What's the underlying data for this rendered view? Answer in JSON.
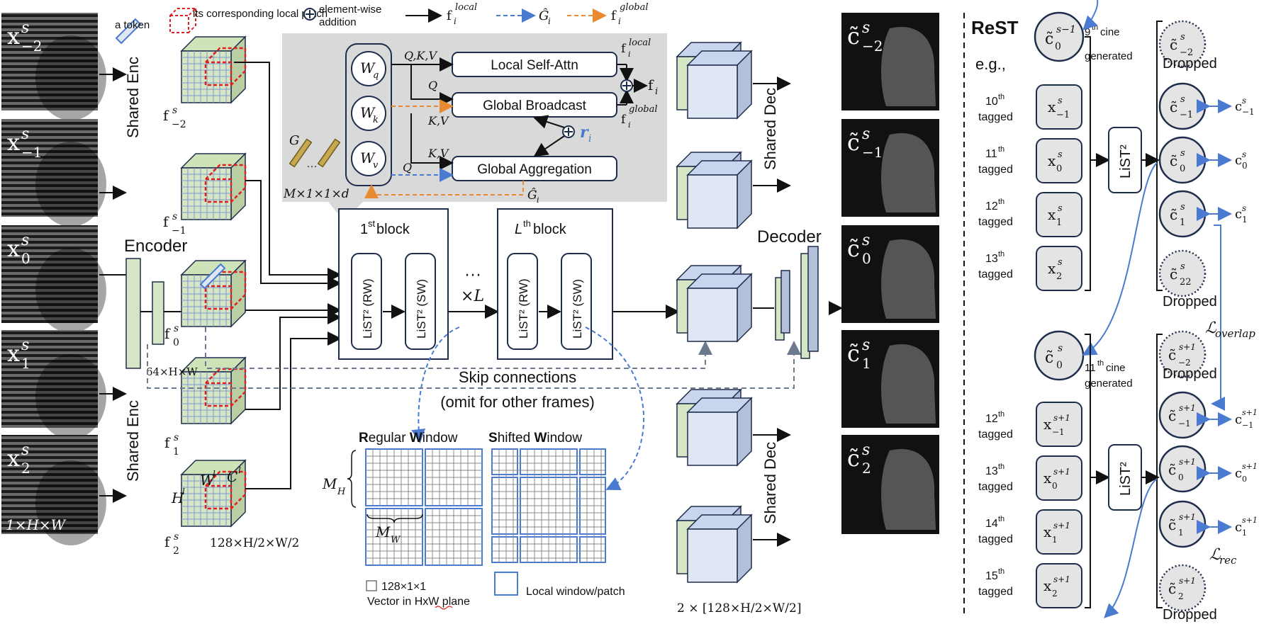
{
  "legend": {
    "token": "a token",
    "patch": "its corresponding local patch",
    "add": "element-wise addition",
    "f_local": "f",
    "f_local_sup": "local",
    "f_local_sub": "i",
    "g_hat": "Ĝ",
    "g_hat_sub": "i",
    "f_global": "f",
    "f_global_sup": "global",
    "f_global_sub": "i"
  },
  "inputs": {
    "labels": [
      "x",
      "x",
      "x",
      "x",
      "x"
    ],
    "subs": [
      "−2",
      "−1",
      "0",
      "1",
      "2"
    ],
    "sup": "s",
    "dim": "1×H×W"
  },
  "encoder": {
    "shared_enc": "Shared Enc",
    "encoder": "Encoder",
    "feature_labels": [
      "f",
      "f",
      "f",
      "f",
      "f"
    ],
    "feature_subs": [
      "−2",
      "−1",
      "0",
      "1",
      "2"
    ],
    "dim_64": "64×H×W",
    "dim_128": "128×H/2×W/2",
    "w_label": "W",
    "c_label": "C",
    "h_label": "H",
    "l_sup": "l"
  },
  "attention": {
    "wq": "W",
    "wq_sub": "q",
    "wk": "W",
    "wk_sub": "k",
    "wv": "W",
    "wv_sub": "v",
    "qkv": "Q,K,V",
    "q1": "Q",
    "kv1": "K,V",
    "kv2": "K,V",
    "q2": "Q",
    "local": "Local Self-Attn",
    "broadcast": "Global Broadcast",
    "aggregation": "Global Aggregation",
    "g_label": "G",
    "dots": "…",
    "m_dim": "M×1×1×d",
    "r_label": "r",
    "r_sub": "i",
    "f_out": "f",
    "f_out_sub": "i"
  },
  "blocks": {
    "first": "1",
    "first_sup": "st",
    "first_suffix": " block",
    "last": "L",
    "last_sup": "th",
    "last_suffix": " block",
    "rw": "LiST² (RW)",
    "sw": "LiST² (SW)",
    "dots": "···",
    "times_l": "×L"
  },
  "skip": {
    "line1": "Skip connections",
    "line2": "(omit for other frames)"
  },
  "windows": {
    "regular_R": "R",
    "regular_rest": "egular ",
    "regular_W": "W",
    "regular_indow": "indow",
    "shifted_S": "S",
    "shifted_rest": "hifted ",
    "shifted_W": "W",
    "shifted_indow": "indow",
    "mh": "M",
    "mh_sub": "H",
    "mw": "M",
    "mw_sub": "W",
    "vec_label": "128×1×1",
    "vec_desc": "Vector in HxW plane",
    "local_window": "Local window/patch"
  },
  "decoder": {
    "shared_dec": "Shared Dec",
    "decoder": "Decoder",
    "dim": "2 × [128×H/2×W/2]"
  },
  "outputs": {
    "labels": [
      "c̃",
      "c̃",
      "c̃",
      "c̃",
      "c̃"
    ],
    "subs": [
      "−2",
      "−1",
      "0",
      "1",
      "2"
    ],
    "sup": "s"
  },
  "rest": {
    "title": "ReST",
    "eg": "e.g.,",
    "top_circle": "c̃",
    "top_circle_sub": "0",
    "top_circle_sup": "s−1",
    "top_note_sup": "th",
    "top_note_num": "9",
    "top_note_text": "cine",
    "top_note_text2": "generated",
    "tagged_nums": [
      "10",
      "11",
      "12",
      "13"
    ],
    "tagged_nums2": [
      "12",
      "13",
      "14",
      "15"
    ],
    "tagged_sup": "th",
    "tagged_word": "tagged",
    "x_labels_a": [
      "x",
      "x",
      "x",
      "x"
    ],
    "x_subs_a": [
      "−1",
      "0",
      "1",
      "2"
    ],
    "x_sup_a": "s",
    "x_subs_b": [
      "−1",
      "0",
      "1",
      "2"
    ],
    "x_sup_b": "s+1",
    "list2": "LiST²",
    "out_a_subs": [
      "−2",
      "−1",
      "0",
      "1",
      "22"
    ],
    "out_a_sup": "s",
    "out_b_subs": [
      "−2",
      "−1",
      "0",
      "1",
      "2"
    ],
    "out_b_sup": "s+1",
    "dropped": "Dropped",
    "c_label": "c",
    "mid_circle_sub": "0",
    "mid_circle_sup": "s",
    "mid_note_num": "11",
    "mid_note_sup": "th",
    "mid_note_text": "cine",
    "mid_note_text2": "generated",
    "overlap": "ℒ",
    "overlap_sub": "overlap",
    "rec": "ℒ",
    "rec_sub": "rec"
  }
}
